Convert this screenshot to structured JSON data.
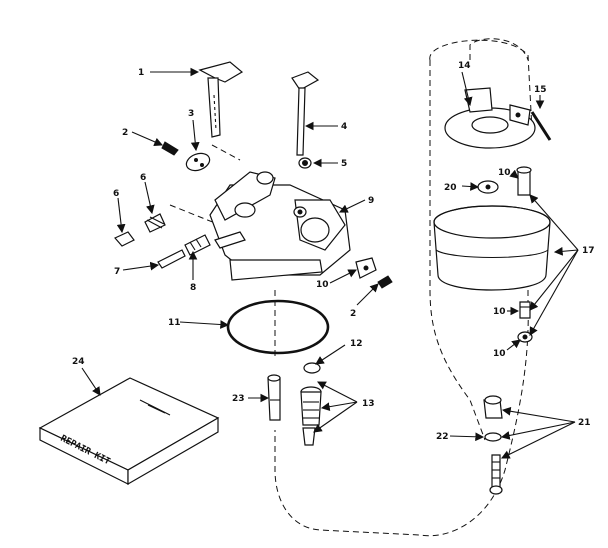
{
  "parts": {
    "p1": "1",
    "p2a": "2",
    "p2b": "2",
    "p3": "3",
    "p4": "4",
    "p5": "5",
    "p6a": "6",
    "p6b": "6",
    "p7": "7",
    "p8": "8",
    "p9": "9",
    "p10a": "10",
    "p10b": "10",
    "p10c": "10",
    "p10d": "10",
    "p11": "11",
    "p12": "12",
    "p13": "13",
    "p14": "14",
    "p15": "15",
    "p17": "17",
    "p20": "20",
    "p21": "21",
    "p22": "22",
    "p23": "23",
    "p24": "24"
  },
  "repair_kit": {
    "label": "REPAIR KIT"
  }
}
